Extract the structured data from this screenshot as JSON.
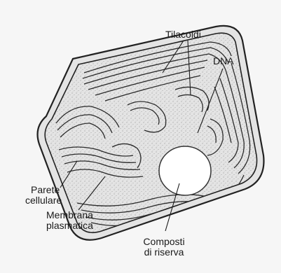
{
  "diagram": {
    "labels": {
      "tilacoidi": "Tilacoidi",
      "dna": "DNA",
      "parete_line1": "Parete",
      "parete_line2": "cellulare",
      "membrana_line1": "Membrana",
      "membrana_line2": "plasmatica",
      "composti_line1": "Composti",
      "composti_line2": "di riserva"
    }
  }
}
